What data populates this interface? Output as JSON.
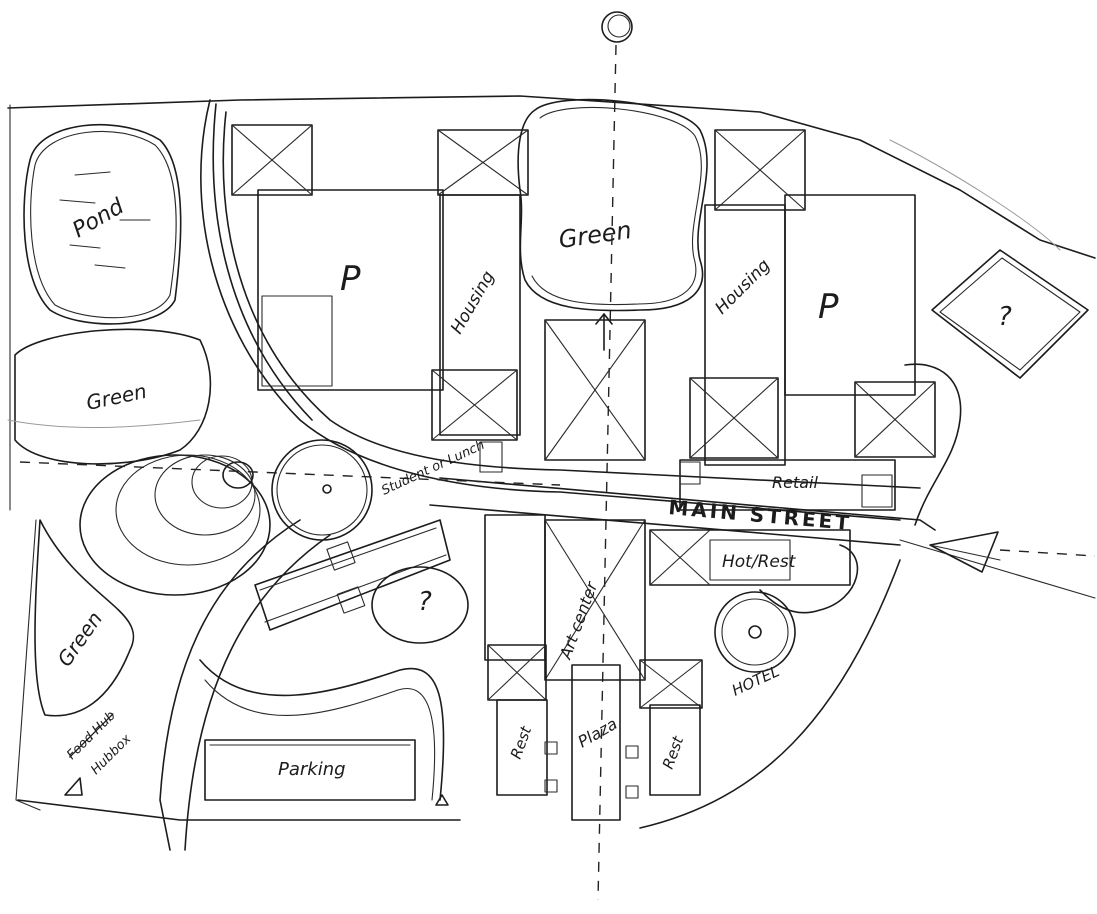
{
  "labels": {
    "pond": "Pond",
    "green_west": "Green",
    "green_center": "Green",
    "green_southwest": "Green",
    "parking_north": "P",
    "parking_northeast": "P",
    "housing_west": "Housing",
    "housing_east": "Housing",
    "question_east": "?",
    "question_south": "?",
    "student_or_lunch": "Student or Lunch",
    "main_street": "MAIN STREET",
    "retail": "Retail",
    "hotel_rest": "Hot/Rest",
    "hotel": "HOTEL",
    "art_center": "Art center",
    "plaza": "Plaza",
    "rest_left": "Rest",
    "rest_right": "Rest",
    "parking_south": "Parking",
    "hub_struck": "Food Hub",
    "hub": "Hubbox"
  },
  "colors": {
    "ink": "#1c1c1c",
    "paper": "#ffffff"
  },
  "icons": {
    "north_marker": "circle-icon",
    "entry_arrow": "arrow-left-icon"
  }
}
